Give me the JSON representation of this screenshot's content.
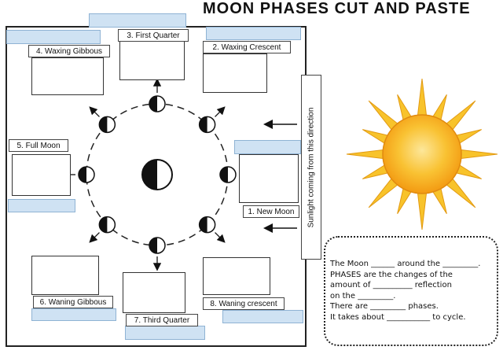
{
  "title": "MOON PHASES CUT AND PASTE",
  "phases": {
    "first_quarter": "3. First Quarter",
    "waxing_gibbous": "4. Waxing Gibbous",
    "waxing_crescent": "2. Waxing Crescent",
    "full_moon": "5. Full Moon",
    "new_moon": "1. New Moon",
    "waning_gibbous": "6. Waning Gibbous",
    "third_quarter": "7. Third Quarter",
    "waning_crescent": "8. Waning crescent"
  },
  "sunlight_label": "Sunlight coming from this direction",
  "fill_in": {
    "line1": "The Moon ______ around the _________.",
    "line2": "PHASES are the changes of the",
    "line3": "amount of __________ reflection",
    "line4": "on the _________.",
    "line5": "There are _________ phases.",
    "line6": "It takes about ___________ to cycle."
  },
  "colors": {
    "answer_box": "#cfe2f3",
    "sun_core": "#f6a21c",
    "sun_rays": "#f8c32b"
  },
  "icons": [
    "sun-icon",
    "earth-icon",
    "moon-icon",
    "arrow-icon"
  ]
}
